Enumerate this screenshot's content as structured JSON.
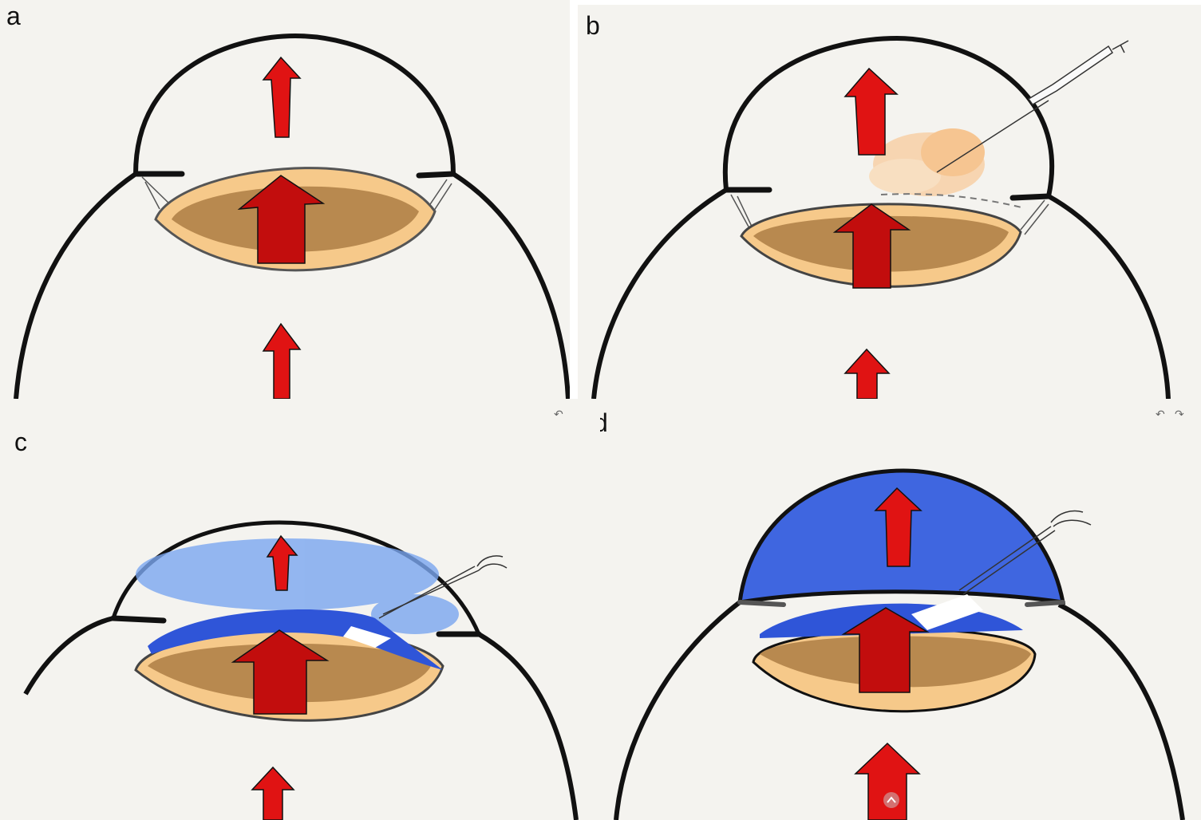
{
  "panels": [
    {
      "label": "a"
    },
    {
      "label": "b"
    },
    {
      "label": "c"
    },
    {
      "label": "d"
    }
  ],
  "colors": {
    "outline": "#111111",
    "lens_outer": "#f6c98a",
    "lens_inner": "#b8894f",
    "arrow": "#e01313",
    "arrow_dark": "#b00d0d",
    "viscoelastic": "#2f55d8",
    "viscoelastic_light": "#5b8df0",
    "injection": "#f7b26a",
    "background": "#f4f3ef"
  },
  "icons": [
    "undo-icon",
    "redo-icon",
    "syringe-icon",
    "forceps-icon",
    "chevron-up-icon"
  ]
}
